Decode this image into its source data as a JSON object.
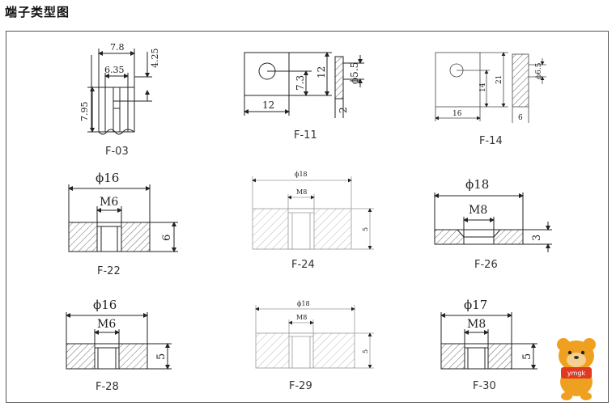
{
  "page_title": "端子类型图",
  "terminals": [
    {
      "id": "F-03",
      "dims": {
        "width": "7.8",
        "inner": "6.35",
        "height_top": "4.25",
        "height_side": "7.95"
      }
    },
    {
      "id": "F-11",
      "dims": {
        "width": "12",
        "hole_offset": "7.3",
        "height": "12",
        "hole_dia": "ϕ5.5",
        "thickness": "2"
      }
    },
    {
      "id": "F-14",
      "dims": {
        "width": "16",
        "hole_offset": "14",
        "height": "21",
        "hole_dia": "ϕ6.5",
        "thickness": "6"
      }
    },
    {
      "id": "F-22",
      "dims": {
        "diameter": "ϕ16",
        "thread": "M6",
        "height": "6"
      }
    },
    {
      "id": "F-24",
      "dims": {
        "diameter": "ϕ18",
        "thread": "M8",
        "height": "5"
      }
    },
    {
      "id": "F-26",
      "dims": {
        "diameter": "ϕ18",
        "thread": "M8",
        "height": "3"
      }
    },
    {
      "id": "F-28",
      "dims": {
        "diameter": "ϕ16",
        "thread": "M6",
        "height": "5"
      }
    },
    {
      "id": "F-29",
      "dims": {
        "diameter": "ϕ18",
        "thread": "M8",
        "height": "5"
      }
    },
    {
      "id": "F-30",
      "dims": {
        "diameter": "ϕ17",
        "thread": "M8",
        "height": "5"
      }
    }
  ],
  "watermark": {
    "text": "ymgk",
    "colors": {
      "body": "#f0a020",
      "face": "#f5d090",
      "tag": "#e03a20"
    }
  }
}
